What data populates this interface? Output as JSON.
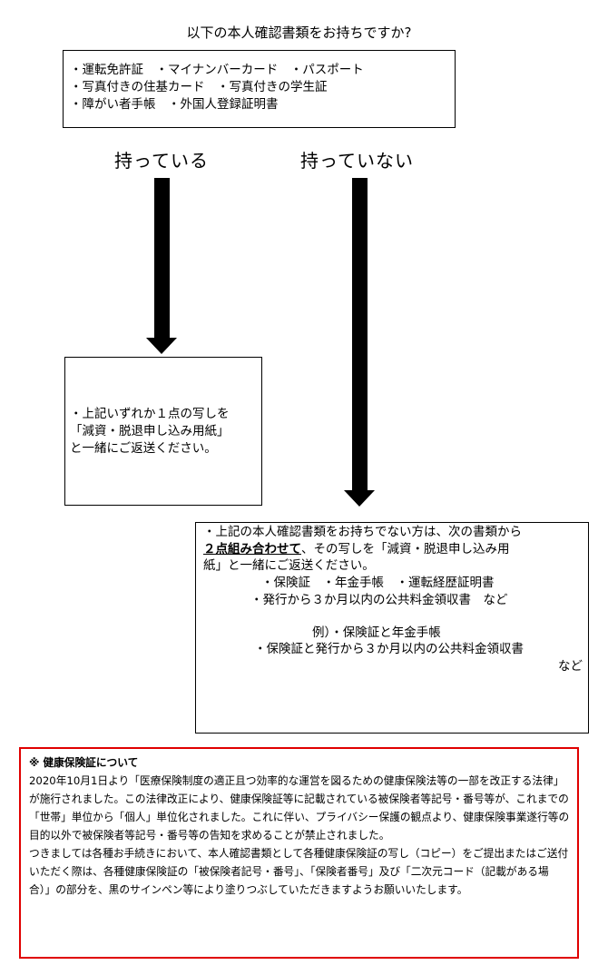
{
  "question": "以下の本人確認書類をお持ちですか?",
  "document_list": [
    "・運転免許証　・マイナンバーカード　・パスポート",
    "・写真付きの住基カード　・写真付きの学生証",
    "・障がい者手帳　・外国人登録証明書"
  ],
  "branches": {
    "yes_label": "持っている",
    "no_label": "持っていない"
  },
  "yes_box": {
    "lines": [
      "・上記いずれか１点の写しを",
      "「減資・脱退申し込み用紙」",
      "と一緒にご返送ください。"
    ]
  },
  "no_box": {
    "line1": "・上記の本人確認書類をお持ちでない方は、次の書類から",
    "emphasis": "２点組み合わせて",
    "line2_rest": "、その写しを「減資・脱退申し込み用",
    "line3": "紙」と一緒にご返送ください。",
    "items1": "・保険証　・年金手帳　・運転経歴証明書",
    "items2": "・発行から３か月以内の公共料金領収書　など",
    "example1": "例）・保険証と年金手帳",
    "example2": "・保険証と発行から３か月以内の公共料金領収書",
    "example3": "など"
  },
  "notice": {
    "title": "※ 健康保険証について",
    "paragraph1": "2020年10月1日より「医療保険制度の適正且つ効率的な運営を図るための健康保険法等の一部を改正する法律」が施行されました。この法律改正により、健康保険証等に記載されている被保険者等記号・番号等が、これまでの「世帯」単位から「個人」単位化されました。これに伴い、プライバシー保護の観点より、健康保険事業遂行等の目的以外で被保険者等記号・番号等の告知を求めることが禁止されました。",
    "paragraph2": "つきましては各種お手続きにおいて、本人確認書類として各種健康保険証の写し（コピー）をご提出またはご送付いただく際は、各種健康保険証の「被保険者記号・番号」、「保険者番号」及び「二次元コード（記載がある場合）」の部分を、黒のサインペン等により塗りつぶしていただきますようお願いいたします。",
    "border_color": "#e00000"
  }
}
